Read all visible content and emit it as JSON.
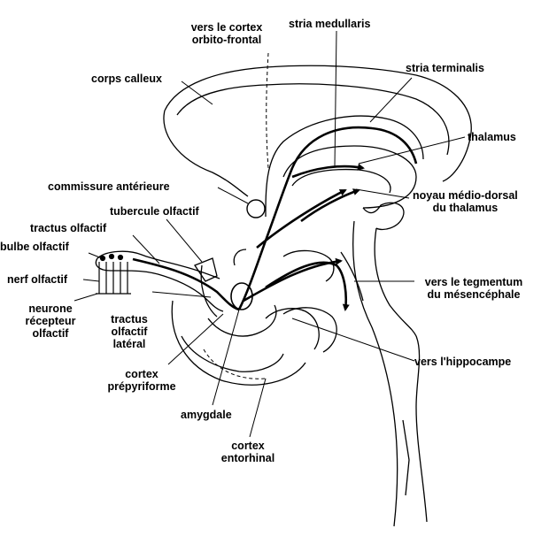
{
  "labels": {
    "cortex_orbito": [
      "vers le cortex",
      "orbito-frontal"
    ],
    "stria_medullaris": "stria medullaris",
    "corps_calleux": "corps calleux",
    "stria_terminalis": "stria terminalis",
    "thalamus": "thalamus",
    "commissure": "commissure antérieure",
    "noyau": [
      "noyau médio-dorsal",
      "du thalamus"
    ],
    "tubercule": "tubercule olfactif",
    "tractus_olfactif": "tractus olfactif",
    "bulbe": "bulbe olfactif",
    "nerf": "nerf olfactif",
    "tegmentum": [
      "vers le tegmentum",
      "du mésencéphale"
    ],
    "neurone": [
      "neurone",
      "récepteur",
      "olfactif"
    ],
    "tractus_lateral": [
      "tractus",
      "olfactif",
      "latéral"
    ],
    "hippocampe": "vers l'hippocampe",
    "cortex_prepyriforme": [
      "cortex",
      "prépyriforme"
    ],
    "amygdale": "amygdale",
    "cortex_entorhinal": [
      "cortex",
      "entorhinal"
    ]
  }
}
